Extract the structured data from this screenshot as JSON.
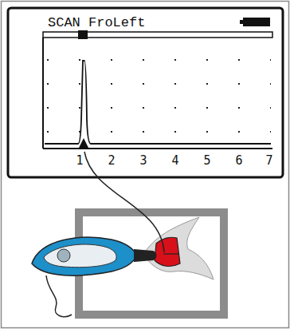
{
  "diagram": {
    "labels": [
      "SCAN FroLeft",
      "1",
      "2",
      "3",
      "4",
      "5",
      "6",
      "7"
    ]
  }
}
